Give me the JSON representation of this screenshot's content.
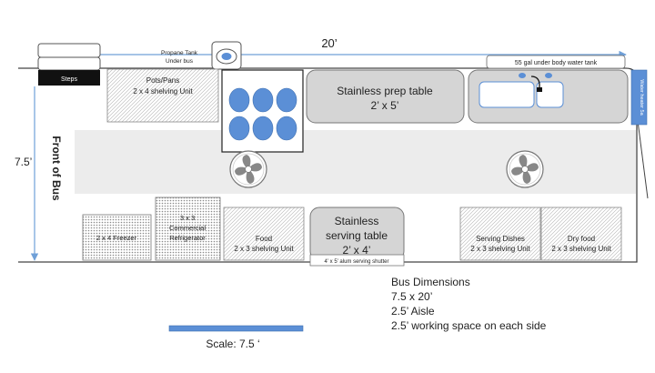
{
  "dimensions": {
    "length_label": "20’",
    "width_label": "7.5’"
  },
  "front_label": "Front of Bus",
  "steps_label": "Steps",
  "propane": {
    "line1": "Propane Tank",
    "line2": "Under bus"
  },
  "water_tank_label": "55 gal under body water tank",
  "water_heater_label": "Water heater 5a",
  "top_row": {
    "pots": {
      "line1": "Pots/Pans",
      "line2": "2 x 4 shelving Unit"
    },
    "prep": {
      "line1": "Stainless prep table",
      "line2": "2’ x 5’"
    }
  },
  "bottom_row": {
    "freezer": "2 x 4 Freezer",
    "fridge": {
      "line1": "3 x 3",
      "line2": "Commercial",
      "line3": "Refrigerator"
    },
    "food": {
      "line1": "Food",
      "line2": "2 x 3 shelving Unit"
    },
    "serving_table": {
      "line1": "Stainless",
      "line2": "serving table",
      "line3": "2’ x 4’"
    },
    "shutter": "4’ x 5’ alum serving shutter",
    "dishes": {
      "line1": "Serving Dishes",
      "line2": "2 x 3 shelving Unit"
    },
    "dryfood": {
      "line1": "Dry food",
      "line2": "2 x 3 shelving Unit"
    }
  },
  "bus_dims": {
    "title": "Bus Dimensions",
    "lines": [
      "7.5 x 20’",
      "2.5’ Aisle",
      "2.5’ working space on each side"
    ]
  },
  "scale_label": "Scale: 7.5 ‘",
  "colors": {
    "blue": "#5b8fd6",
    "arrow": "#6fa0d8",
    "gray": "#d5d5d5",
    "aisle": "#ececec",
    "border": "#444444"
  }
}
